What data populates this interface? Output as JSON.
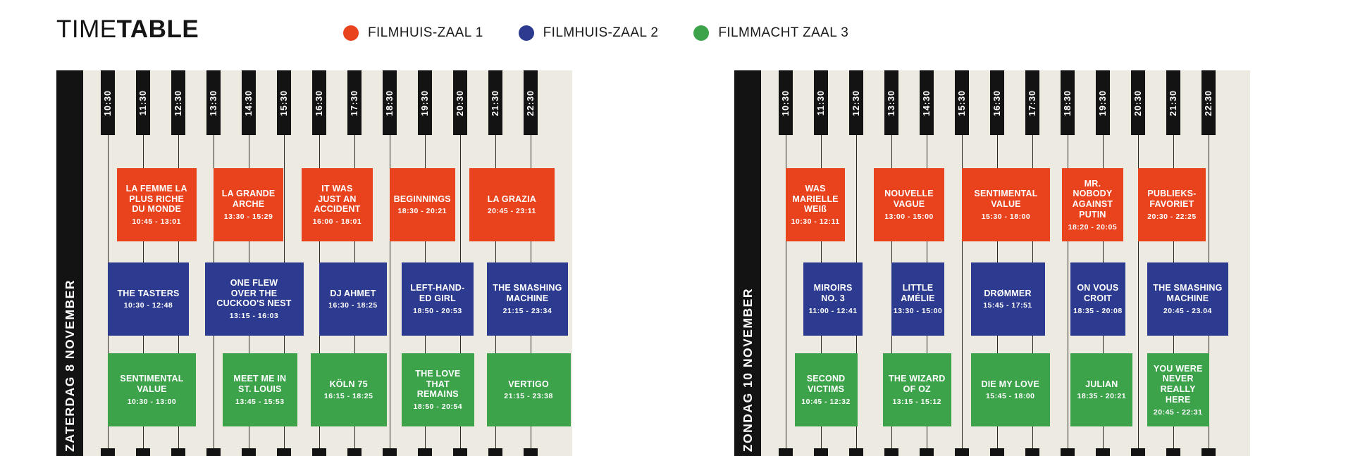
{
  "title": {
    "light": "TIME",
    "bold": "TABLE"
  },
  "legend": [
    {
      "label": "FILMHUIS-ZAAL 1",
      "color": "#e8431d"
    },
    {
      "label": "FILMHUIS-ZAAL 2",
      "color": "#2c3b90"
    },
    {
      "label": "FILMMACHT ZAAL 3",
      "color": "#3ca34b"
    }
  ],
  "colors": {
    "background": "#ffffff",
    "panel_bg": "#edeae2",
    "axis_black": "#131313"
  },
  "chart_data": {
    "type": "table",
    "title": "TIMETABLE",
    "timeline": {
      "start": "10:30",
      "end": "22:30",
      "tick_labels": [
        "10:30",
        "11:30",
        "12:30",
        "13:30",
        "14:30",
        "15:30",
        "16:30",
        "17:30",
        "18:30",
        "19:30",
        "20:30",
        "21:30",
        "22:30"
      ]
    },
    "days": [
      {
        "label": "ZATERDAG 8 NOVEMBER",
        "rows": [
          {
            "venue": "FILMHUIS-ZAAL 1",
            "color": "#e8431d",
            "films": [
              {
                "title": "LA FEMME LA\nPLUS RICHE\nDU MONDE",
                "time": "10:45 - 13:01"
              },
              {
                "title": "LA GRANDE\nARCHE",
                "time": "13:30 - 15:29"
              },
              {
                "title": "IT WAS\nJUST AN\nACCIDENT",
                "time": "16:00 - 18:01"
              },
              {
                "title": "BEGINNINGS",
                "time": "18:30 - 20:21"
              },
              {
                "title": "LA GRAZIA",
                "time": "20:45 - 23:11"
              }
            ]
          },
          {
            "venue": "FILMHUIS-ZAAL 2",
            "color": "#2c3b90",
            "films": [
              {
                "title": "THE TASTERS",
                "time": "10:30 - 12:48"
              },
              {
                "title": "ONE FLEW\nOVER THE\nCUCKOO'S NEST",
                "time": "13:15 - 16:03"
              },
              {
                "title": "DJ AHMET",
                "time": "16:30 - 18:25"
              },
              {
                "title": "LEFT-HAND-\nED GIRL",
                "time": "18:50 - 20:53"
              },
              {
                "title": "THE SMASHING\nMACHINE",
                "time": "21:15 - 23:34"
              }
            ]
          },
          {
            "venue": "FILMMACHT ZAAL 3",
            "color": "#3ca34b",
            "films": [
              {
                "title": "SENTIMENTAL\nVALUE",
                "time": "10:30 - 13:00"
              },
              {
                "title": "MEET ME IN\nST. LOUIS",
                "time": "13:45 - 15:53"
              },
              {
                "title": "KÖLN 75",
                "time": "16:15 - 18:25"
              },
              {
                "title": "THE LOVE\nTHAT\nREMAINS",
                "time": "18:50 - 20:54"
              },
              {
                "title": "VERTIGO",
                "time": "21:15 - 23:38"
              }
            ]
          }
        ]
      },
      {
        "label": "ZONDAG 10 NOVEMBER",
        "rows": [
          {
            "venue": "FILMHUIS-ZAAL 1",
            "color": "#e8431d",
            "films": [
              {
                "title": "WAS\nMARIELLE\nWEIß",
                "time": "10:30 - 12:11"
              },
              {
                "title": "NOUVELLE\nVAGUE",
                "time": "13:00 - 15:00"
              },
              {
                "title": "SENTIMENTAL\nVALUE",
                "time": "15:30 - 18:00"
              },
              {
                "title": "MR.\nNOBODY\nAGAINST\nPUTIN",
                "time": "18:20 - 20:05"
              },
              {
                "title": "PUBLIEKS-\nFAVORIET",
                "time": "20:30 - 22:25"
              }
            ]
          },
          {
            "venue": "FILMHUIS-ZAAL 2",
            "color": "#2c3b90",
            "films": [
              {
                "title": "MIROIRS\nNO. 3",
                "time": "11:00 - 12:41"
              },
              {
                "title": "LITTLE\nAMÉLIE",
                "time": "13:30 - 15:00"
              },
              {
                "title": "DRØMMER",
                "time": "15:45 - 17:51"
              },
              {
                "title": "ON VOUS\nCROIT",
                "time": "18:35 - 20:08"
              },
              {
                "title": "THE SMASHING\nMACHINE",
                "time": "20:45 - 23.04"
              }
            ]
          },
          {
            "venue": "FILMMACHT ZAAL 3",
            "color": "#3ca34b",
            "films": [
              {
                "title": "SECOND\nVICTIMS",
                "time": "10:45 - 12:32"
              },
              {
                "title": "THE WIZARD\nOF OZ",
                "time": "13:15 - 15:12"
              },
              {
                "title": "DIE MY LOVE",
                "time": "15:45 - 18:00"
              },
              {
                "title": "JULIAN",
                "time": "18:35 - 20:21"
              },
              {
                "title": "YOU WERE\nNEVER\nREALLY\nHERE",
                "time": "20:45 - 22:31"
              }
            ]
          }
        ]
      }
    ]
  }
}
